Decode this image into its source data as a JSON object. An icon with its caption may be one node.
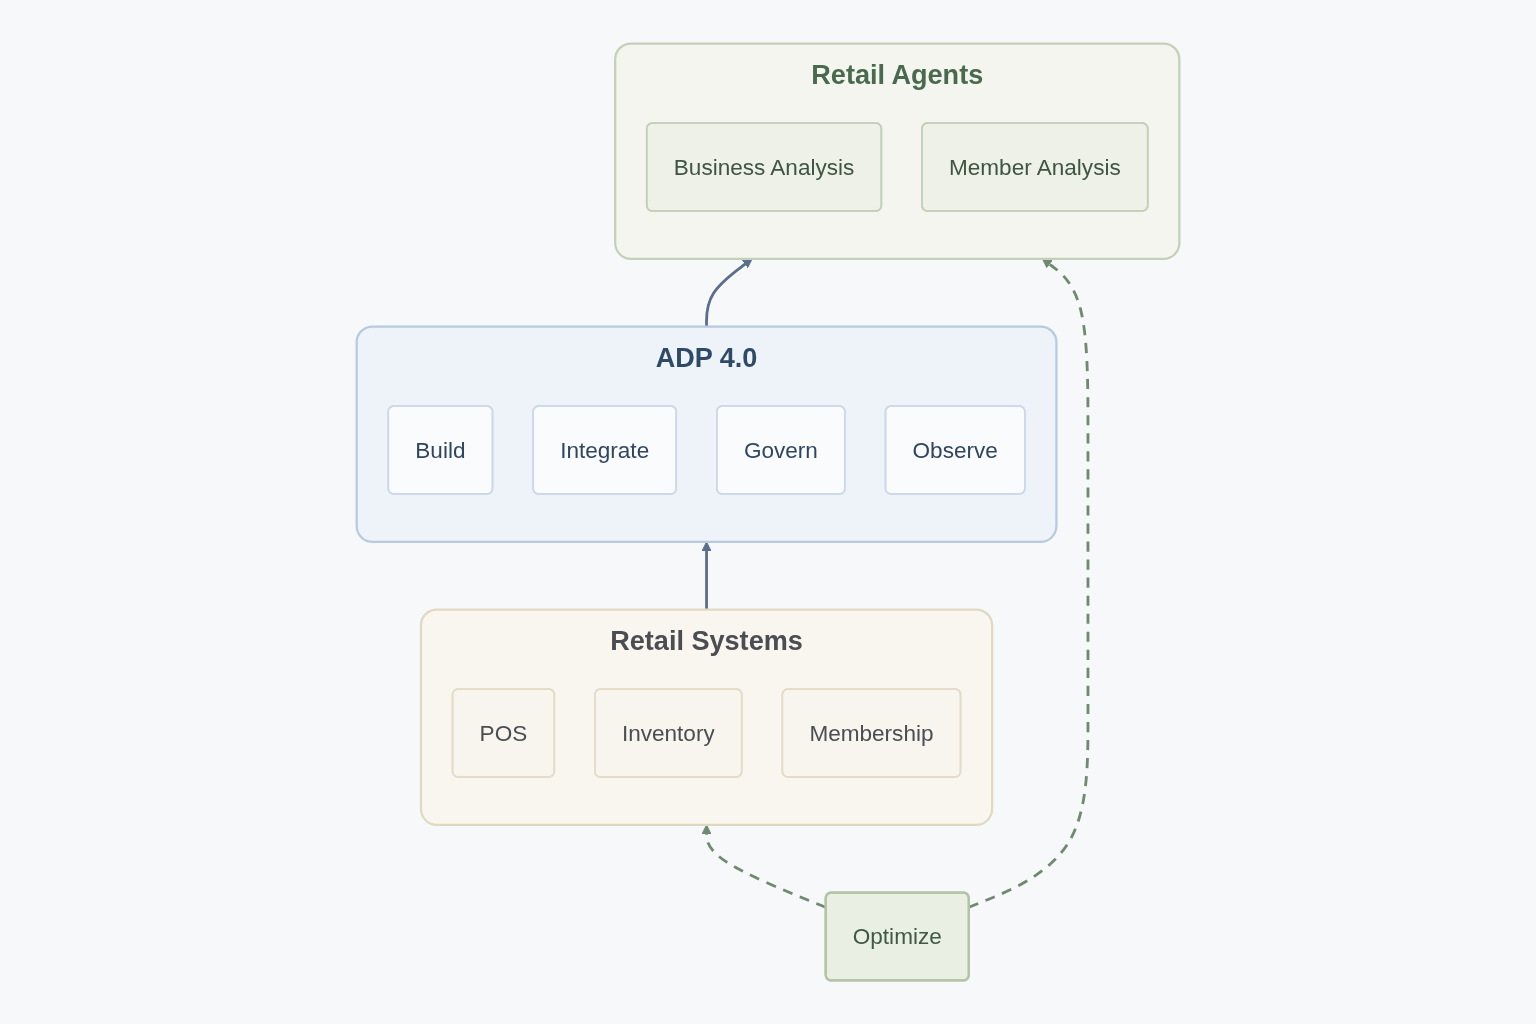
{
  "diagram": {
    "nodes": [
      {
        "text": [
          "Retail Agents"
        ]
      },
      {
        "text": [
          "Business Analysis"
        ],
        "in": 0
      },
      {
        "text": [
          "Member Analysis"
        ],
        "in": 0
      },
      {
        "text": [
          "ADP 4.0"
        ]
      },
      {
        "text": [
          "Build"
        ],
        "in": 3
      },
      {
        "text": [
          "Integrate"
        ],
        "in": 3
      },
      {
        "text": [
          "Govern"
        ],
        "in": 3
      },
      {
        "text": [
          "Observe"
        ],
        "in": 3
      },
      {
        "text": [
          "Retail Systems"
        ]
      },
      {
        "text": [
          "POS"
        ],
        "in": 8
      },
      {
        "text": [
          "Inventory"
        ],
        "in": 8
      },
      {
        "text": [
          "Membership"
        ],
        "in": 8
      },
      {
        "text": [
          "Optimize"
        ]
      }
    ],
    "edges": [
      {
        "from": 8,
        "to": 3,
        "arrow": "to"
      },
      {
        "from": 3,
        "to": 0,
        "arrow": "to"
      },
      {
        "from": 12,
        "to": 0,
        "arrow": "to",
        "style": "dashed",
        "color": "#6f8a6f"
      },
      {
        "from": 12,
        "to": 8,
        "arrow": "to",
        "style": "dashed",
        "color": "#6f8a6f"
      }
    ]
  }
}
